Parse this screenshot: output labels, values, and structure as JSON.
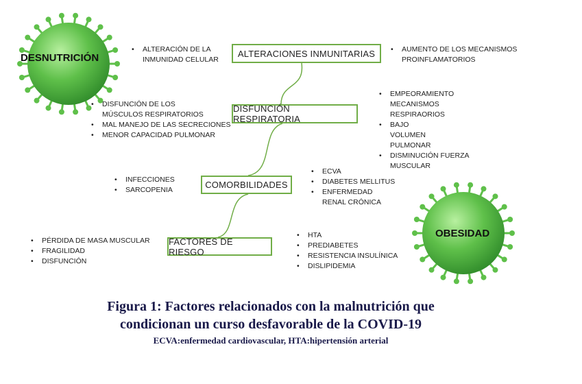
{
  "viruses": [
    {
      "label": "DESNUTRICIÓN"
    },
    {
      "label": "OBESIDAD"
    }
  ],
  "boxes": [
    "ALTERACIONES INMUNITARIAS",
    "DISFUNCIÓN RESPIRATORIA",
    "COMORBILIDADES",
    "FACTORES DE RIESGO"
  ],
  "lists": {
    "immune_left": [
      "ALTERACIÓN DE LA INMUNIDAD CELULAR"
    ],
    "immune_right": [
      "AUMENTO DE LOS MECANISMOS PROINFLAMATORIOS"
    ],
    "resp_left": [
      "DISFUNCIÓN DE LOS MÚSCULOS RESPIRATORIOS",
      "MAL MANEJO DE LAS SECRECIONES",
      "MENOR CAPACIDAD PULMONAR"
    ],
    "resp_right": [
      "EMPEORAMIENTO MECANISMOS RESPIRAORIOS",
      "BAJO VOLUMEN PULMONAR",
      "DISMINUCIÓN FUERZA MUSCULAR"
    ],
    "comorb_left": [
      "INFECCIONES",
      "SARCOPENIA"
    ],
    "comorb_right": [
      "ECVA",
      "DIABETES MELLITUS",
      "ENFERMEDAD RENAL CRÓNICA"
    ],
    "risk_left": [
      "PÉRDIDA DE MASA MUSCULAR",
      "FRAGILIDAD",
      "DISFUNCIÓN"
    ],
    "risk_right": [
      "HTA",
      "PREDIABETES",
      "RESISTENCIA INSULÍNICA",
      "DISLIPIDEMIA"
    ]
  },
  "caption": {
    "line1": "Figura 1: Factores relacionados con la malnutrición que",
    "line2": "condicionan un curso desfavorable de la COVID-19",
    "note": "ECVA:enfermedad cardiovascular, HTA:hipertensión arterial"
  },
  "colors": {
    "accent": "#70ad47",
    "virus": "#5fc04a"
  }
}
